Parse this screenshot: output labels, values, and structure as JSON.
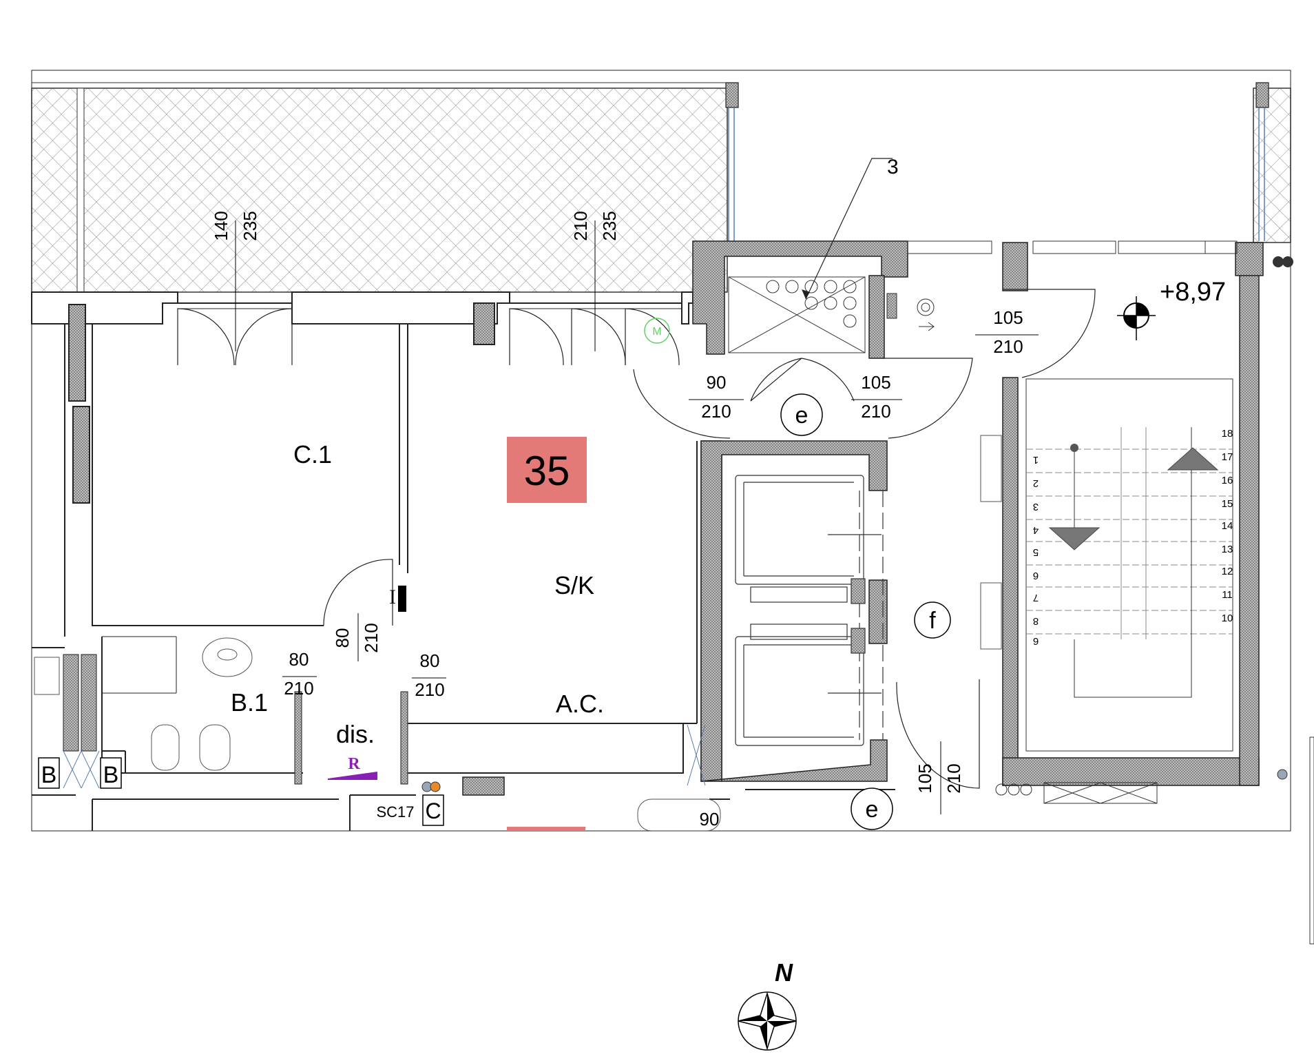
{
  "plan": {
    "unit_number": "35",
    "elevation": "+8,97",
    "rooms": {
      "c1": "C.1",
      "sk": "S/K",
      "ac": "A.C.",
      "b1": "B.1",
      "dis": "dis."
    },
    "tags": {
      "sc17": "SC17",
      "c": "C",
      "b1": "B",
      "b2": "B",
      "r": "R",
      "i": "I",
      "m": "M",
      "e1": "e",
      "e2": "e",
      "f": "f",
      "callout3": "3"
    },
    "doors": [
      {
        "width": "140",
        "height": "235"
      },
      {
        "width": "210",
        "height": "235"
      },
      {
        "width": "90",
        "height": "210"
      },
      {
        "width": "105",
        "height": "210"
      },
      {
        "width": "105",
        "height": "210"
      },
      {
        "width": "80",
        "height": "210"
      },
      {
        "width": "80",
        "height": "210"
      },
      {
        "width": "80",
        "height": "210"
      },
      {
        "width": "105",
        "height": "210"
      },
      {
        "width": "90",
        "height": ""
      }
    ],
    "stairs": {
      "left": [
        "1",
        "2",
        "3",
        "4",
        "5",
        "6",
        "7",
        "8",
        "9"
      ],
      "right": [
        "18",
        "17",
        "16",
        "15",
        "14",
        "13",
        "12",
        "11",
        "10"
      ]
    },
    "north": "N",
    "colors": {
      "unit_badge": "#e37a78",
      "roof_badge": "#e37a78",
      "marker_purple": "#8a1fb8",
      "marker_green": "#5fd35f",
      "wall_hatch": "#9a9a9a"
    }
  }
}
